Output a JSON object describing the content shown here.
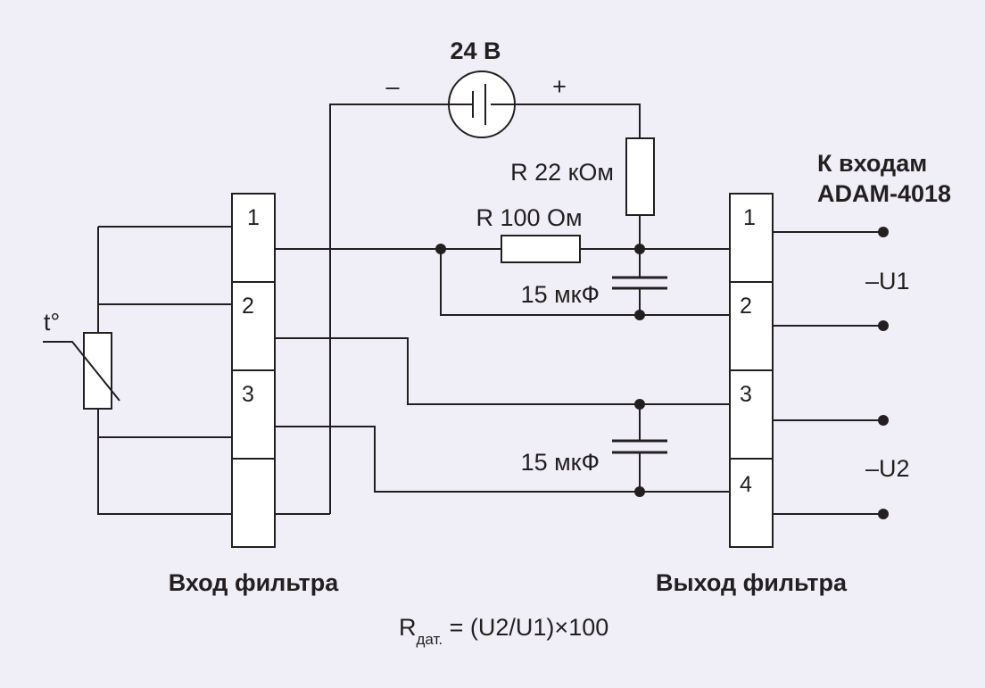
{
  "source": {
    "voltage": "24 В",
    "minus": "–",
    "plus": "+"
  },
  "components": {
    "r1": "R 22 кОм",
    "r2": "R 100 Ом",
    "c1": "15 мкФ",
    "c2": "15 мкФ",
    "thermistor": "t°"
  },
  "input_block": {
    "pins": [
      "1",
      "2",
      "3"
    ],
    "label": "Вход фильтра"
  },
  "output_block": {
    "pins": [
      "1",
      "2",
      "3",
      "4"
    ],
    "label": "Выход фильтра"
  },
  "adam": {
    "line1": "К входам",
    "line2": "ADAM-4018"
  },
  "outputs": {
    "u1": "–U1",
    "u2": "–U2"
  },
  "formula": {
    "r": "R",
    "sub": "дат.",
    "rest": " = (U2/U1)×100"
  }
}
